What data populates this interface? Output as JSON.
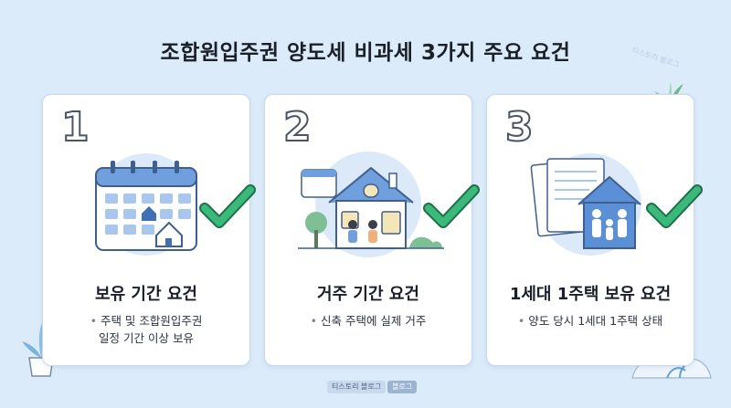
{
  "title": "조합원입주권 양도세 비과세 3가지 주요 요건",
  "cards": [
    {
      "number": "1",
      "title": "보유 기간 요건",
      "bullet_lines": [
        "주택 및 조합원입주권",
        "일정 기간 이상 보유"
      ],
      "icon": "calendar-house-icon"
    },
    {
      "number": "2",
      "title": "거주 기간 요건",
      "bullet_lines": [
        "신축 주택에 실제 거주"
      ],
      "icon": "house-residents-icon"
    },
    {
      "number": "3",
      "title": "1세대 1주택 보유 요건",
      "bullet_lines": [
        "양도 당시 1세대 1주택 상태"
      ],
      "icon": "documents-family-house-icon"
    }
  ],
  "bullet_symbol": "•",
  "footer": {
    "left": "티스토리 블로그",
    "right": "블로그"
  },
  "watermark": "티스토리 블로그",
  "colors": {
    "background": "#dcebfa",
    "card": "#ffffff",
    "accent_blue": "#5b8fd6",
    "check_green": "#3bb97a"
  }
}
